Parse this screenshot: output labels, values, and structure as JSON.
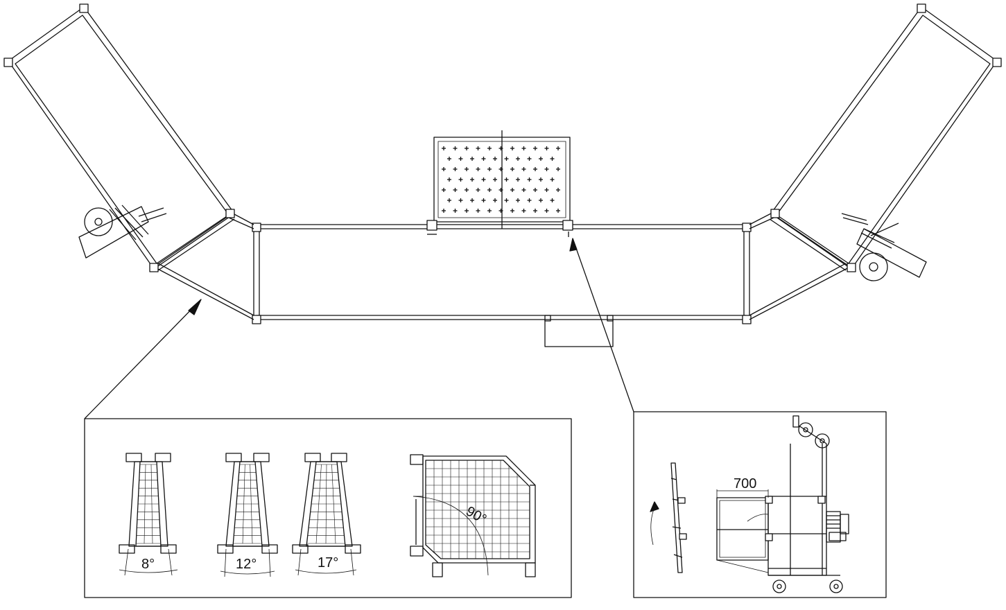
{
  "detail_angles": {
    "a1": "8°",
    "a2": "12°",
    "a3": "17°",
    "a4": "90°"
  },
  "side_view": {
    "dimension": "700"
  }
}
